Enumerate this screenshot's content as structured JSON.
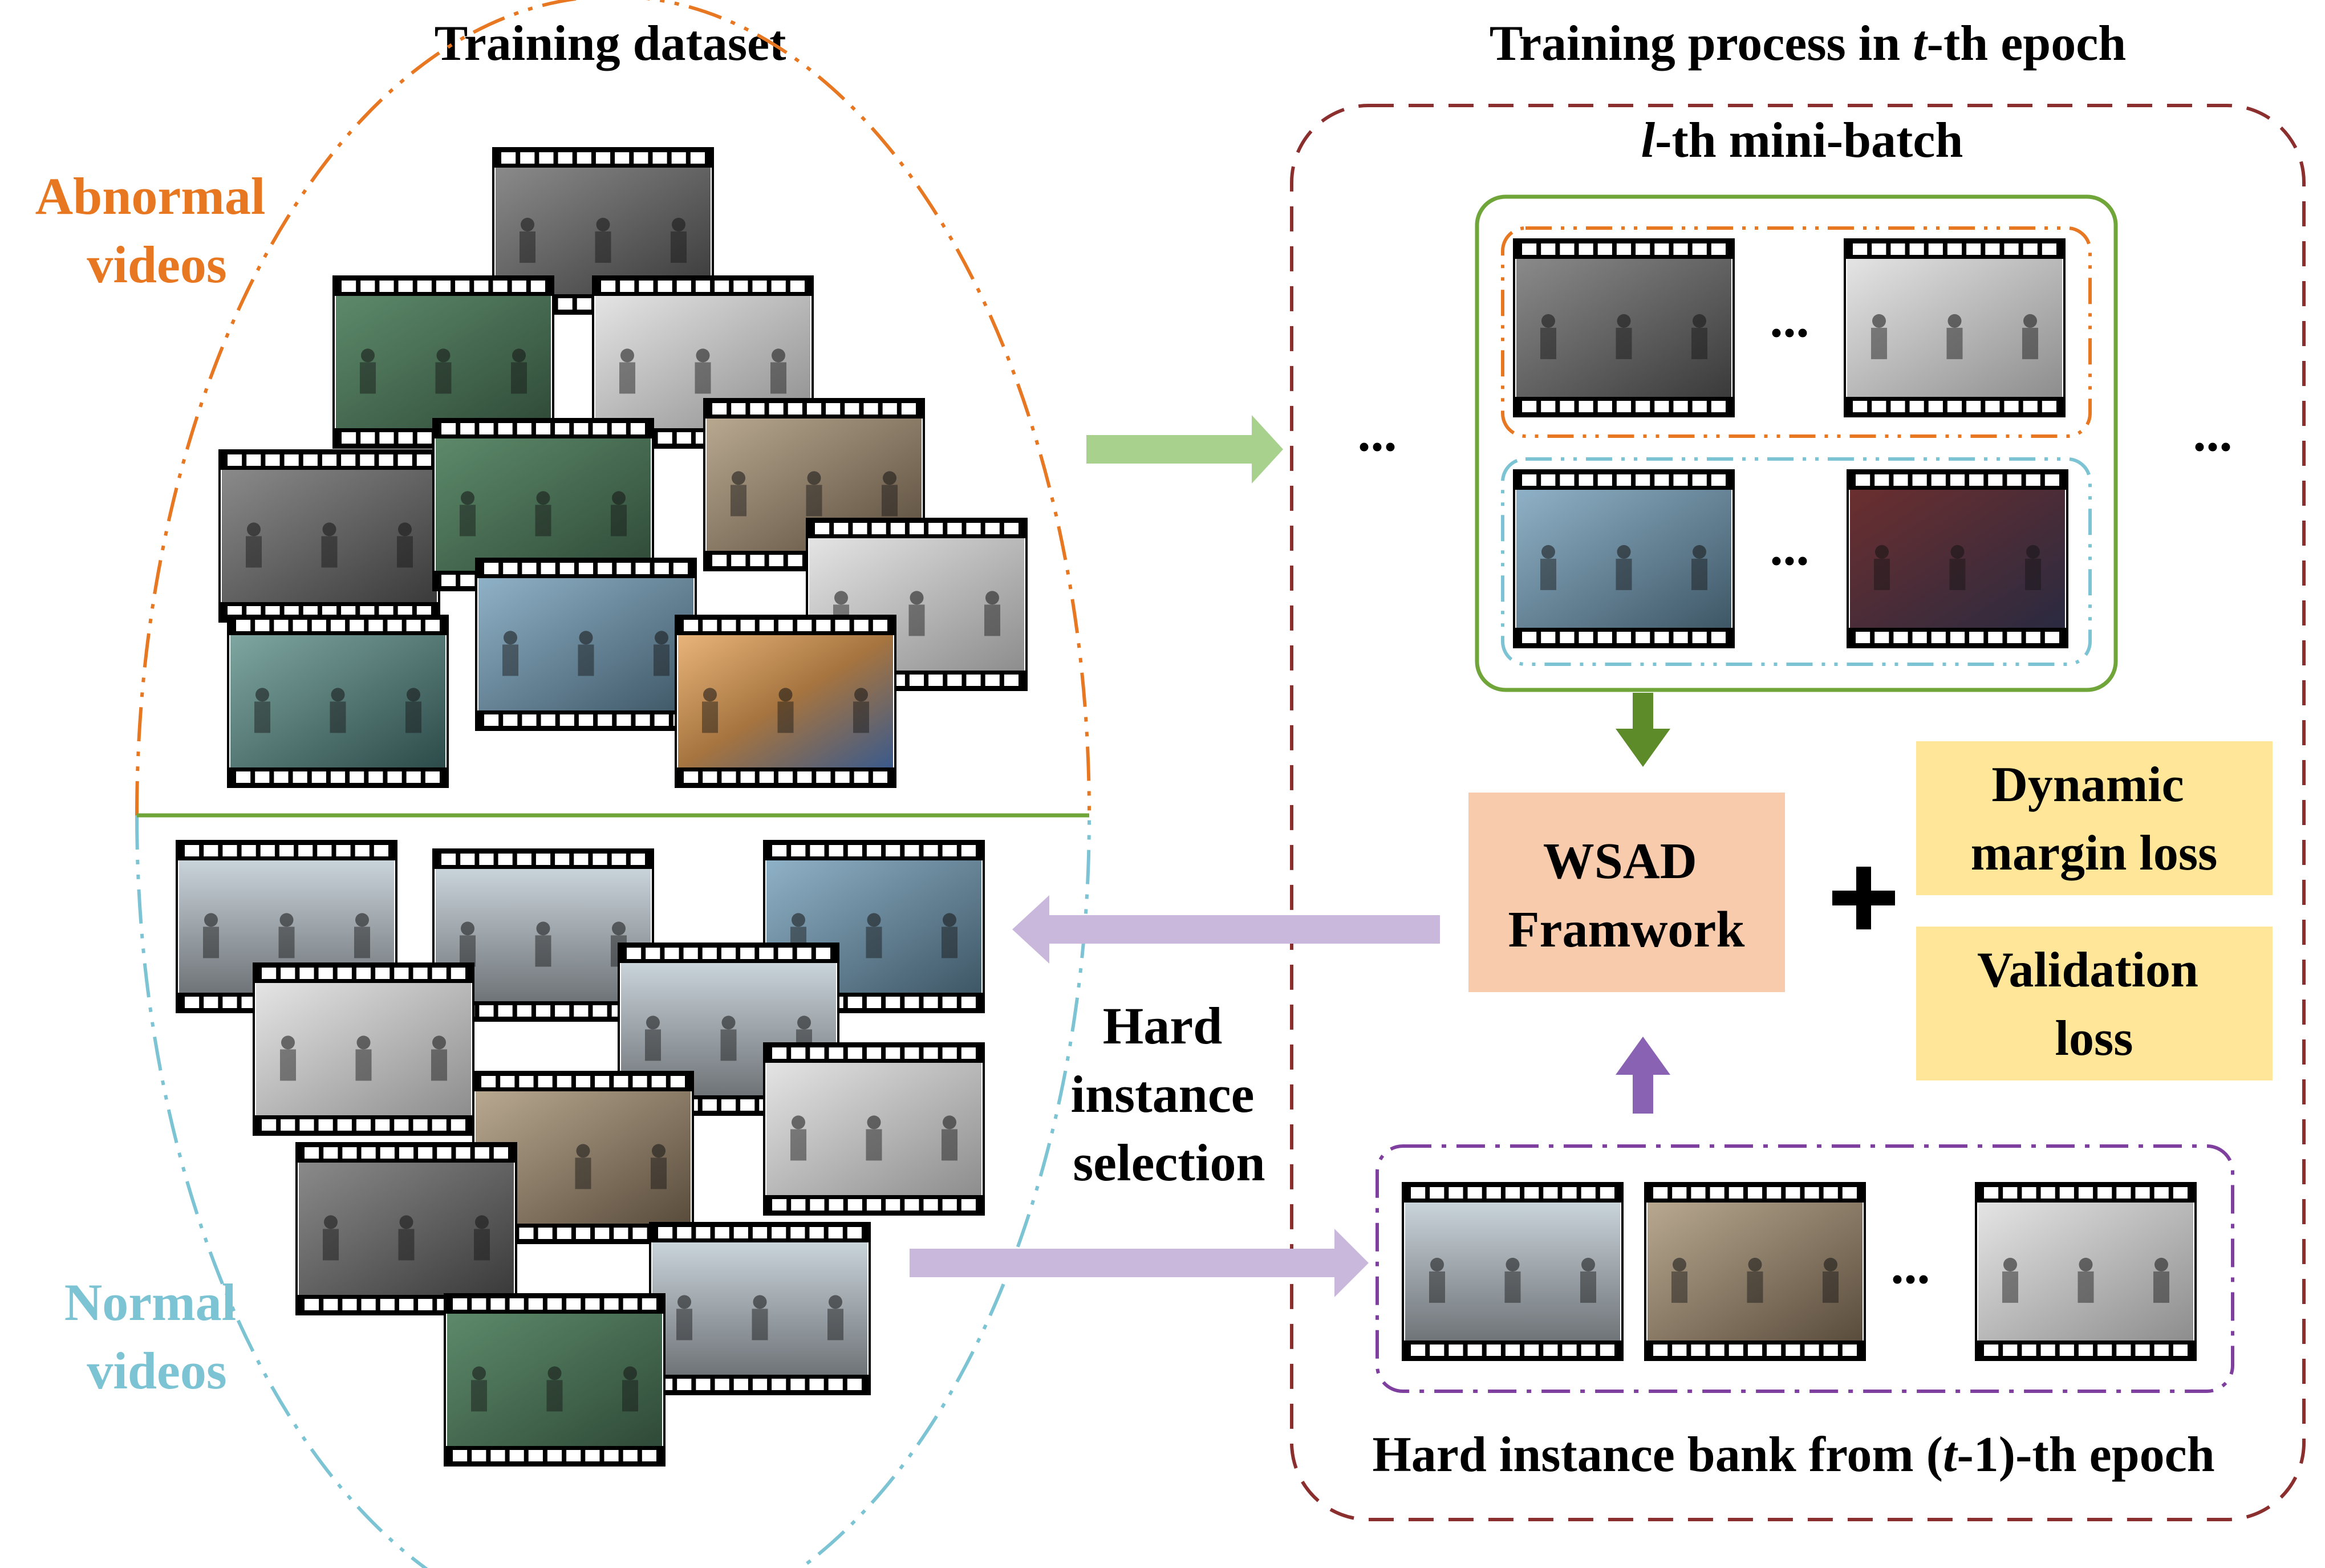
{
  "colors": {
    "abnormal": "#E87722",
    "normal": "#7CC4D4",
    "green_box": "#70A53A",
    "dashed_red": "#8B2E2E",
    "purple": "#7E3F9E",
    "arrow_green": "#A9D18E",
    "arrow_dark_green": "#5E8B2A",
    "arrow_lavender": "#C9B8DC",
    "arrow_purple": "#8A62B3",
    "wsad_fill": "#F8CBAD",
    "loss_fill": "#FFE699"
  },
  "left_panel": {
    "title": "Training dataset",
    "abnormal_label_line1": "Abnormal",
    "abnormal_label_line2": "videos",
    "normal_label_line1": "Normal",
    "normal_label_line2": "videos"
  },
  "right_panel": {
    "title_prefix": "Training process in ",
    "title_italic": "t",
    "title_suffix": "-th epoch",
    "minibatch_italic": "l",
    "minibatch_suffix": "-th mini-batch",
    "ellipsis_left": "...",
    "ellipsis_right": "...",
    "ellipsis_abnormal": "...",
    "ellipsis_normal": "...",
    "ellipsis_bank": "..."
  },
  "middle": {
    "hard_line1": "Hard",
    "hard_line2": "instance",
    "hard_line3": "selection"
  },
  "wsad": {
    "line1": "WSAD",
    "line2": "Framwork"
  },
  "plus": "+",
  "losses": {
    "dynamic_line1": "Dynamic",
    "dynamic_line2": "margin loss",
    "validation_line1": "Validation",
    "validation_line2": "loss"
  },
  "bank_label": {
    "prefix": "Hard instance bank from (",
    "italic": "t",
    "suffix": "-1)-th epoch"
  }
}
